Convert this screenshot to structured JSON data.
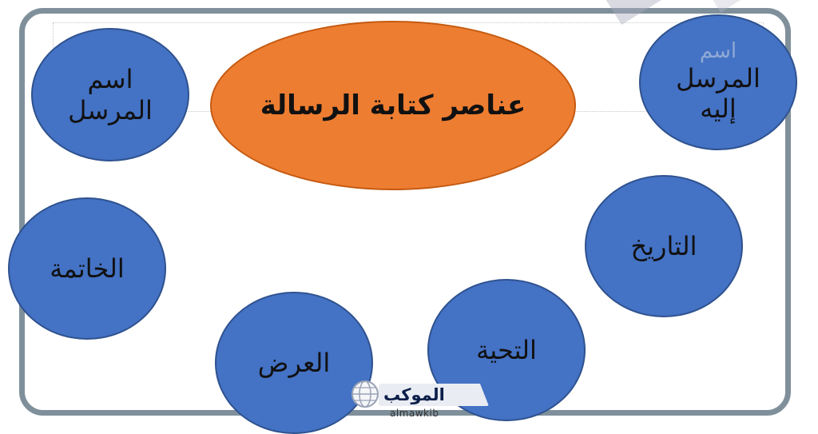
{
  "diagram": {
    "title": "عناصر كتابة الرسالة",
    "nodes": {
      "sender": [
        "اسم",
        "المرسل"
      ],
      "recipient_top": "اسم",
      "recipient": [
        "المرسل",
        "إليه"
      ],
      "closing": "الخاتمة",
      "date": "التاريخ",
      "greeting": "التحية",
      "body": "العرض"
    }
  },
  "colors": {
    "title_fill": "#ed7d31",
    "node_fill": "#4472c4",
    "frame": "#7f909b"
  },
  "watermark": {
    "name_ar": "الموكب",
    "name_en": "almawkib",
    "icon": "globe-icon"
  }
}
